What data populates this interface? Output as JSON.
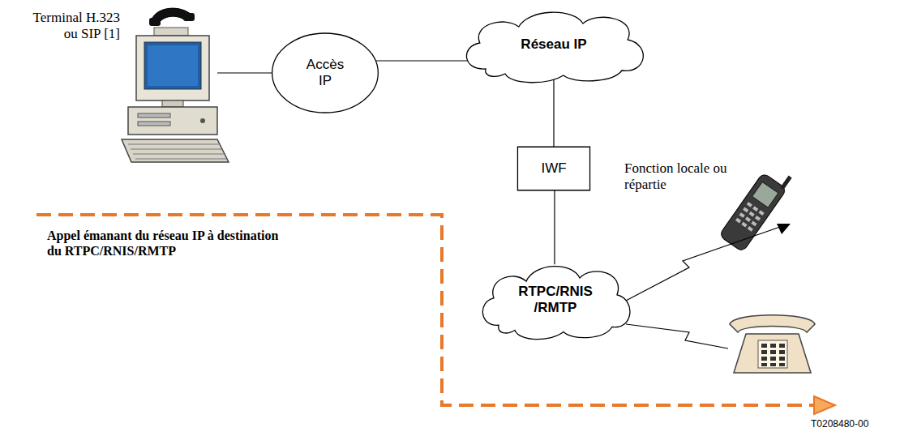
{
  "diagram": {
    "nodes": [
      {
        "text": [
          "Accès IP"
        ]
      },
      {
        "text": [
          "Réseau IP"
        ]
      },
      {
        "text": [
          "IWF"
        ]
      },
      {
        "text": [
          "RTPC/RNIS /RMTP"
        ]
      }
    ],
    "edges": [
      {
        "from": 0,
        "to": 1,
        "arrow": "none"
      },
      {
        "from": 1,
        "to": 2,
        "arrow": "none"
      },
      {
        "from": 2,
        "to": 3,
        "arrow": "none"
      }
    ],
    "labels": [
      "Terminal H.323 ou SIP [1]",
      "Fonction locale ou répartie",
      "Appel émanant du réseau IP à destination du RTPC/RNIS/RMTP",
      "T0208480-00"
    ]
  }
}
